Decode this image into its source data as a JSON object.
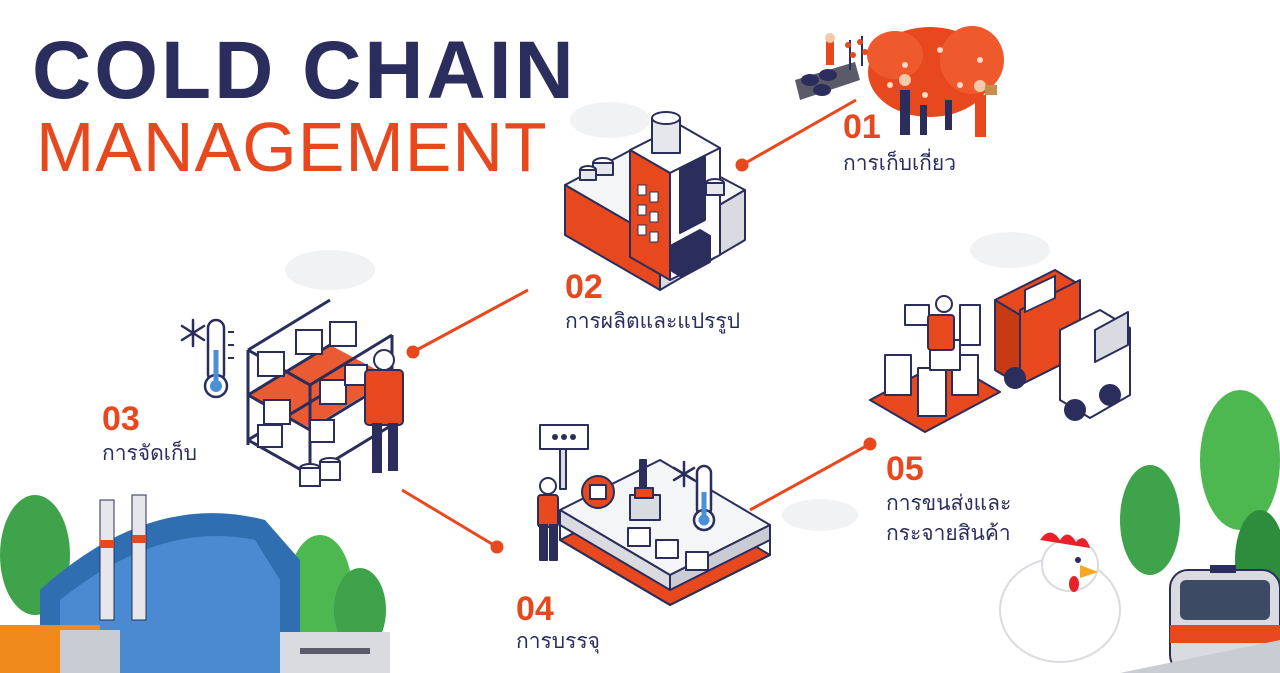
{
  "title": {
    "line1": "COLD CHAIN",
    "line2": "MANAGEMENT"
  },
  "steps": [
    {
      "number": "01",
      "label": "การเก็บเกี่ยว"
    },
    {
      "number": "02",
      "label": "การผลิตและแปรรูป"
    },
    {
      "number": "03",
      "label": "การจัดเก็บ"
    },
    {
      "number": "04",
      "label": "การบรรจุ"
    },
    {
      "number": "05",
      "label_line1": "การขนส่งและ",
      "label_line2": "กระจายสินค้า"
    }
  ],
  "colors": {
    "navy": "#2b2d5c",
    "orange": "#e8481d",
    "grey": "#c9ccd3",
    "green": "#4caf50",
    "blue": "#4a7fc1"
  },
  "icons": [
    "snowflake-icon",
    "thermometer-icon"
  ]
}
